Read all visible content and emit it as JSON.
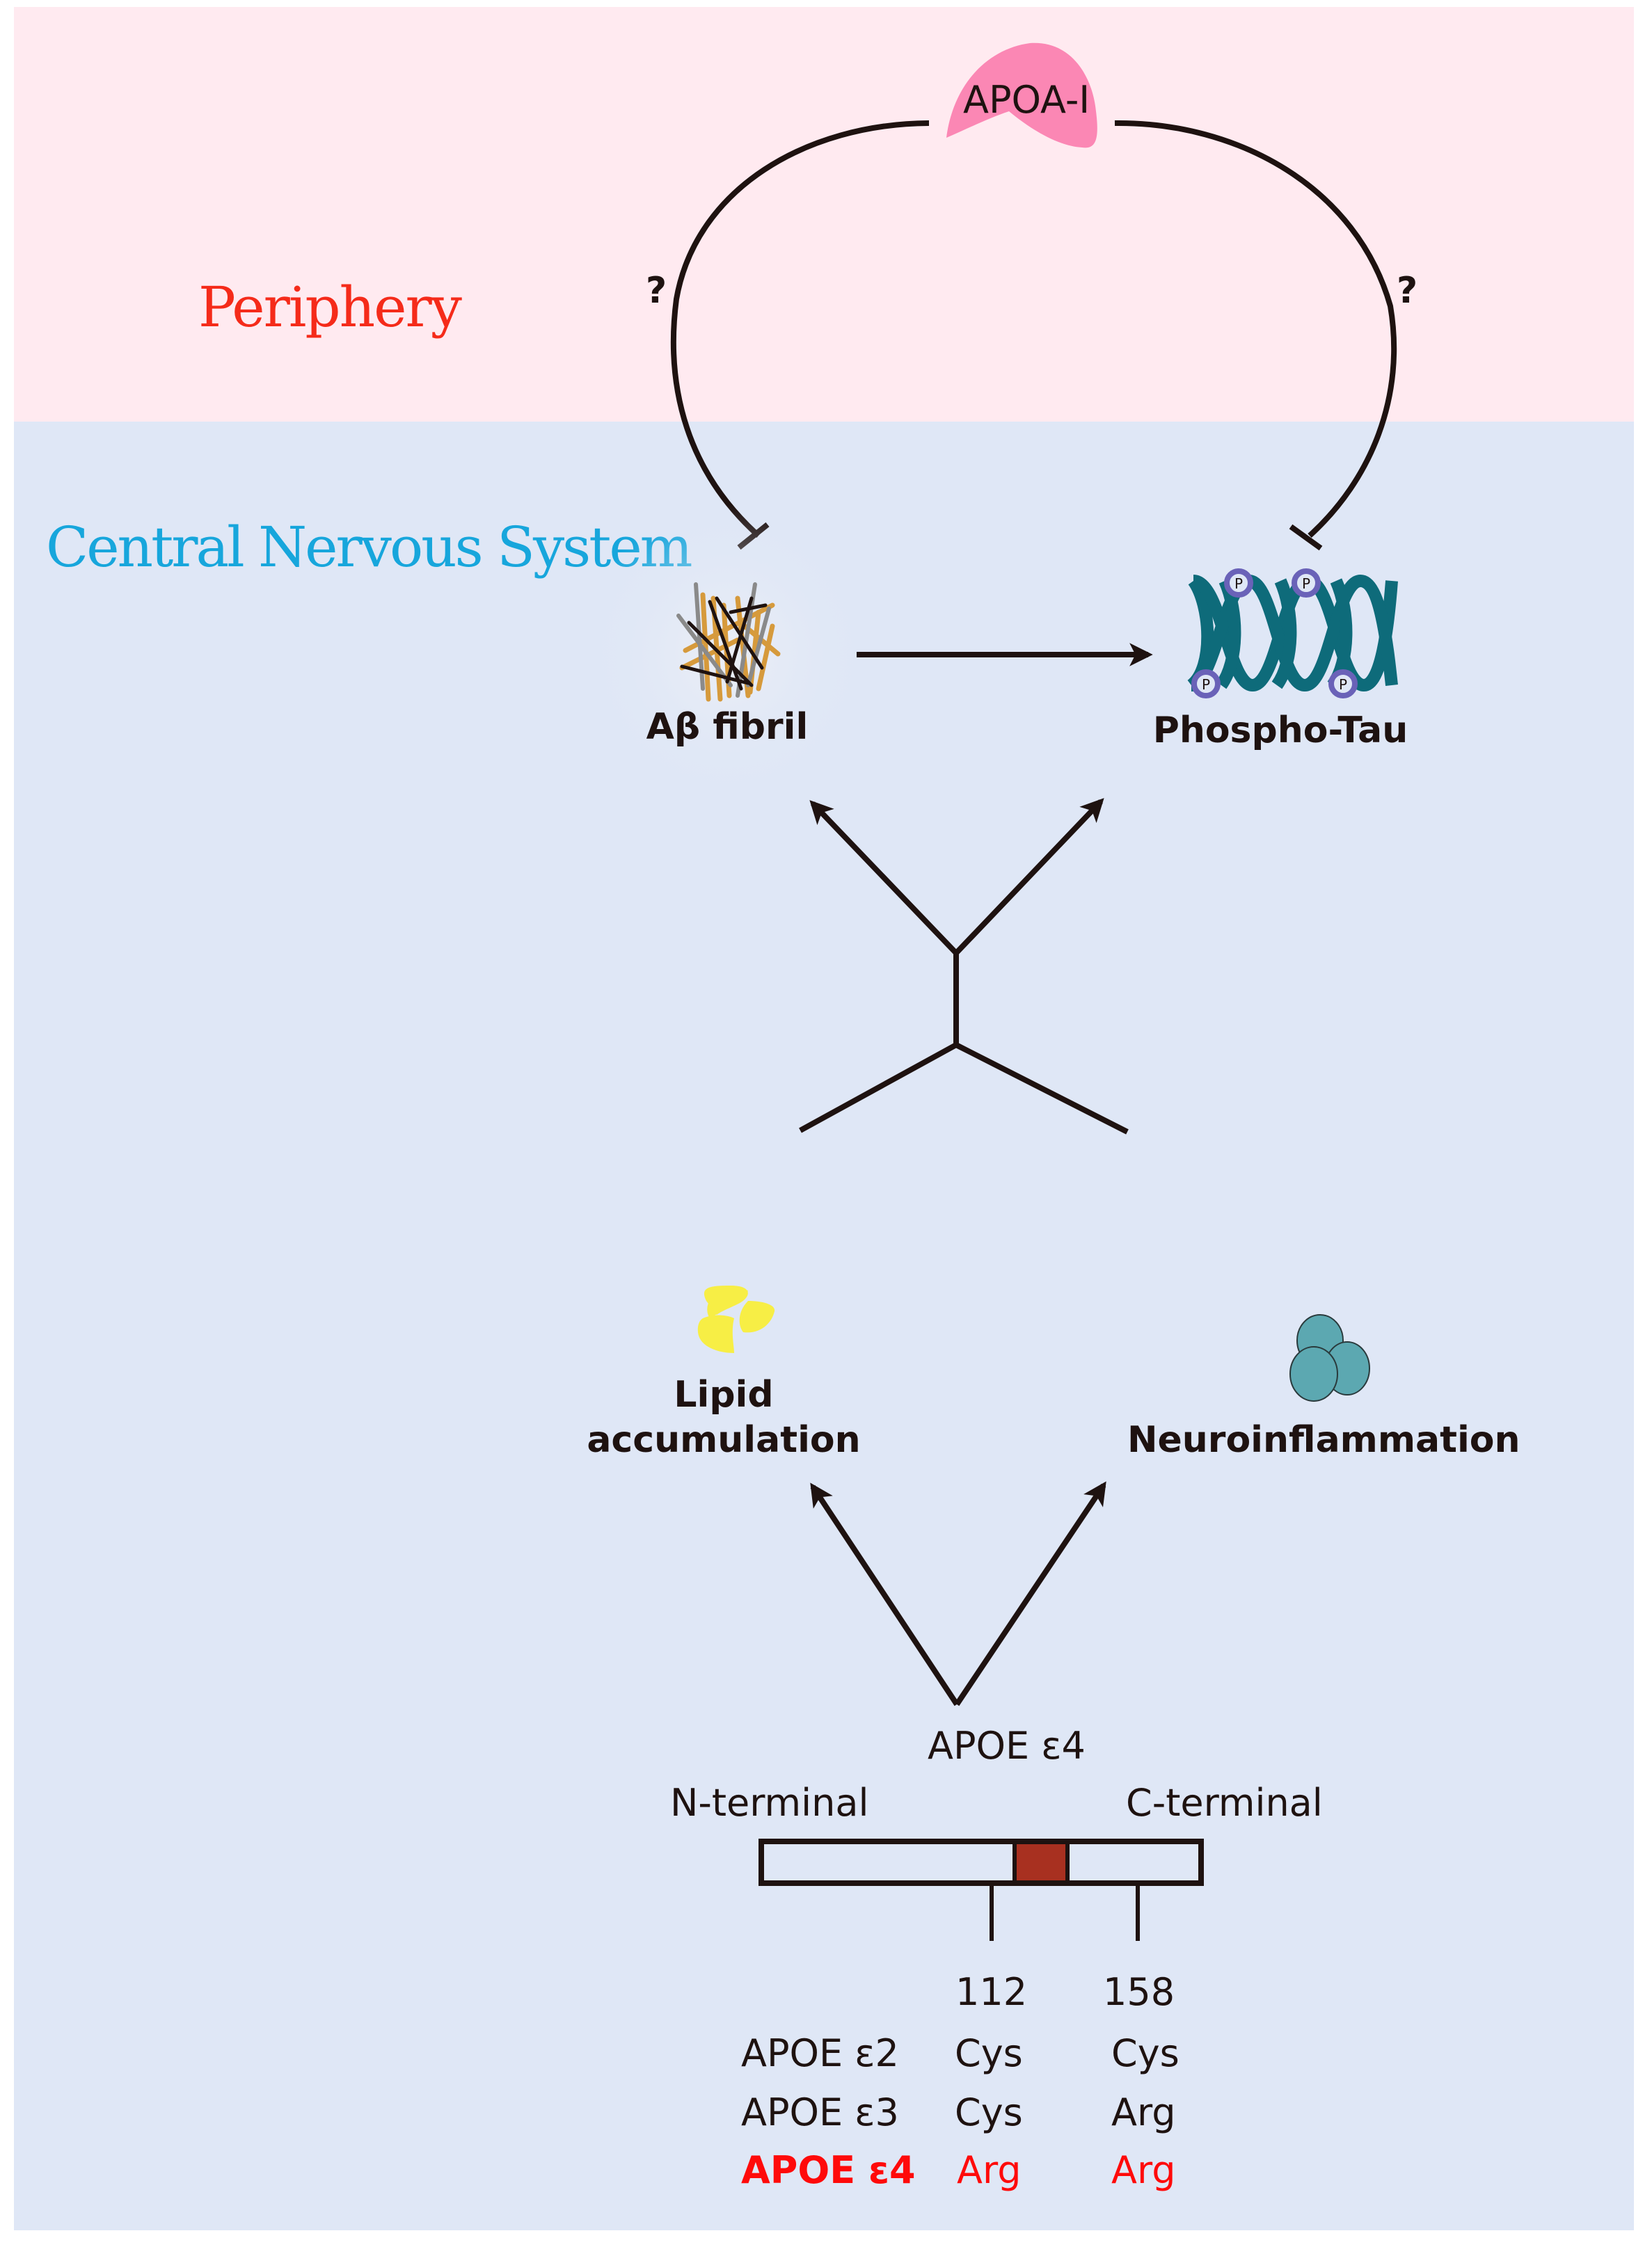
{
  "regions": {
    "periphery": {
      "label": "Periphery",
      "color": "#f52b1a",
      "background": "#ffeaf0"
    },
    "cns": {
      "label": "Central Nervous System",
      "color": "#17a6dc",
      "background": "#dfe7f6"
    }
  },
  "nodes": {
    "apoa": {
      "label": "APOA-I",
      "icon": "apoa-protein-icon",
      "color": "#fb87b4"
    },
    "abeta": {
      "label": "Aβ fibril",
      "icon": "amyloid-fibril-icon"
    },
    "ptau": {
      "label": "Phospho-Tau",
      "icon": "tau-helix-icon",
      "phospho_mark": "P",
      "color": "#0e6b7a"
    },
    "lipid": {
      "label_line1": "Lipid",
      "label_line2": "accumulation",
      "icon": "lipid-droplet-icon",
      "color": "#f7ee45"
    },
    "neuro": {
      "label": "Neuroinflammation",
      "icon": "microglia-cells-icon",
      "color": "#5ca8b1"
    },
    "apoe4": {
      "label": "APOE ε4"
    }
  },
  "edges": [
    {
      "from": "apoa",
      "to": "abeta",
      "type": "inhibition",
      "annotation": "?"
    },
    {
      "from": "apoa",
      "to": "ptau",
      "type": "inhibition",
      "annotation": "?"
    },
    {
      "from": "abeta",
      "to": "ptau",
      "type": "activation"
    },
    {
      "from": [
        "lipid",
        "neuro"
      ],
      "to": [
        "abeta",
        "ptau"
      ],
      "type": "activation"
    },
    {
      "from": "apoe4",
      "to": "lipid",
      "type": "activation"
    },
    {
      "from": "apoe4",
      "to": "neuro",
      "type": "activation"
    }
  ],
  "protein_schematic": {
    "n_terminal_label": "N-terminal",
    "c_terminal_label": "C-terminal",
    "highlight_color": "#a83020",
    "positions": [
      "112",
      "158"
    ]
  },
  "isoform_table": {
    "rows": [
      {
        "isoform": "APOE ε2",
        "pos112": "Cys",
        "pos158": "Cys",
        "highlight": false
      },
      {
        "isoform": "APOE ε3",
        "pos112": "Cys",
        "pos158": "Arg",
        "highlight": false
      },
      {
        "isoform": "APOE ε4",
        "pos112": "Arg",
        "pos158": "Arg",
        "highlight": true
      }
    ],
    "highlight_color": "#ff0a0a"
  }
}
